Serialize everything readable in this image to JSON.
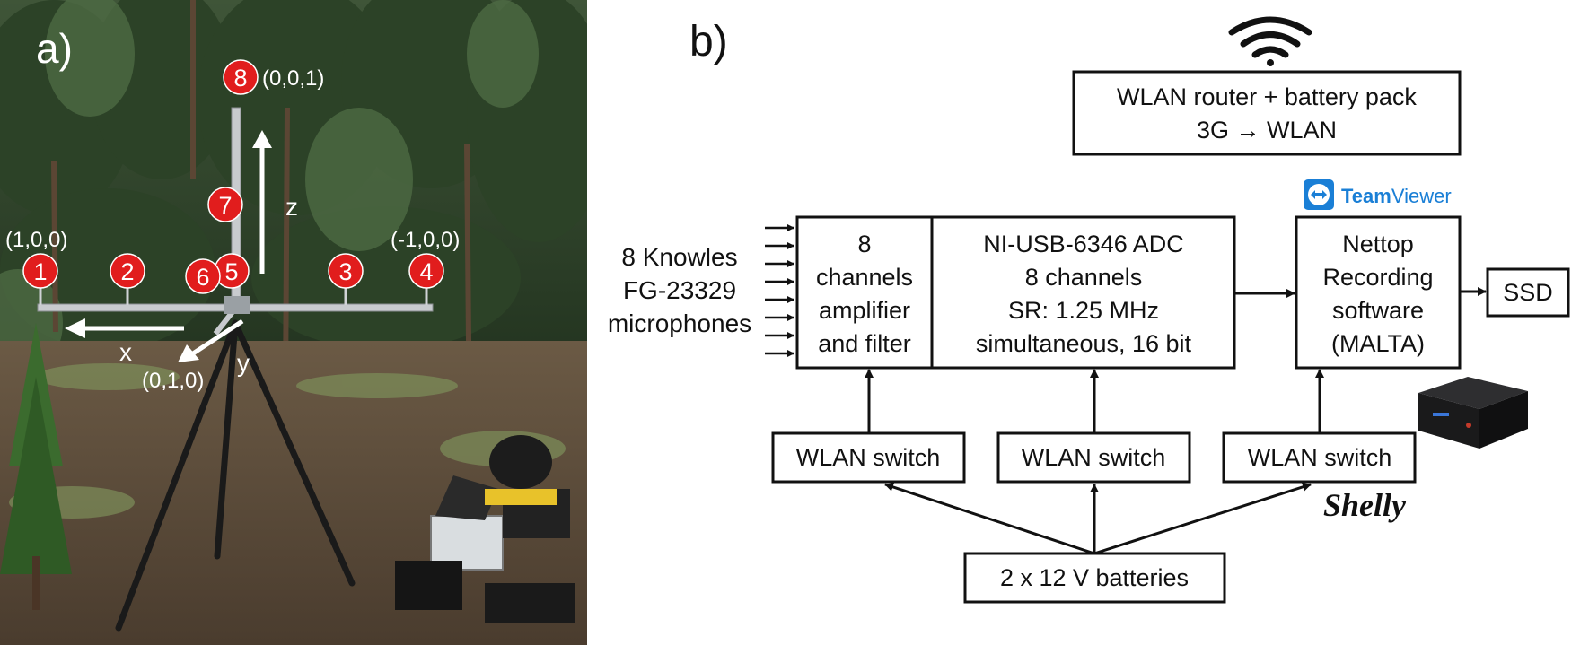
{
  "panel_a": {
    "label": "a)",
    "axes": {
      "x": "x",
      "y": "y",
      "z": "z"
    },
    "coordinates": {
      "c1": "(1,0,0)",
      "c4": "(-1,0,0)",
      "c8": "(0,0,1)",
      "cy": "(0,1,0)"
    },
    "mic_markers": [
      "1",
      "2",
      "3",
      "4",
      "5",
      "6",
      "7",
      "8"
    ],
    "marker_color": "#e11d1d"
  },
  "panel_b": {
    "label": "b)",
    "router": {
      "line1": "WLAN router + battery pack",
      "line2": "3G → WLAN"
    },
    "microphones": [
      "8 Knowles",
      "FG-23329",
      "microphones"
    ],
    "amp": [
      "8",
      "channels",
      "amplifier",
      "and filter"
    ],
    "adc": [
      "NI-USB-6346 ADC",
      "8 channels",
      "SR: 1.25 MHz",
      "simultaneous, 16 bit"
    ],
    "nettop": [
      "Nettop",
      "Recording",
      "software",
      "(MALTA)"
    ],
    "ssd": "SSD",
    "switches": [
      "WLAN switch",
      "WLAN switch",
      "WLAN switch"
    ],
    "batteries": "2 x 12 V batteries",
    "teamviewer": {
      "team": "Team",
      "viewer": "Viewer",
      "color": "#1a7fd6"
    },
    "shelly": "Shelly"
  }
}
